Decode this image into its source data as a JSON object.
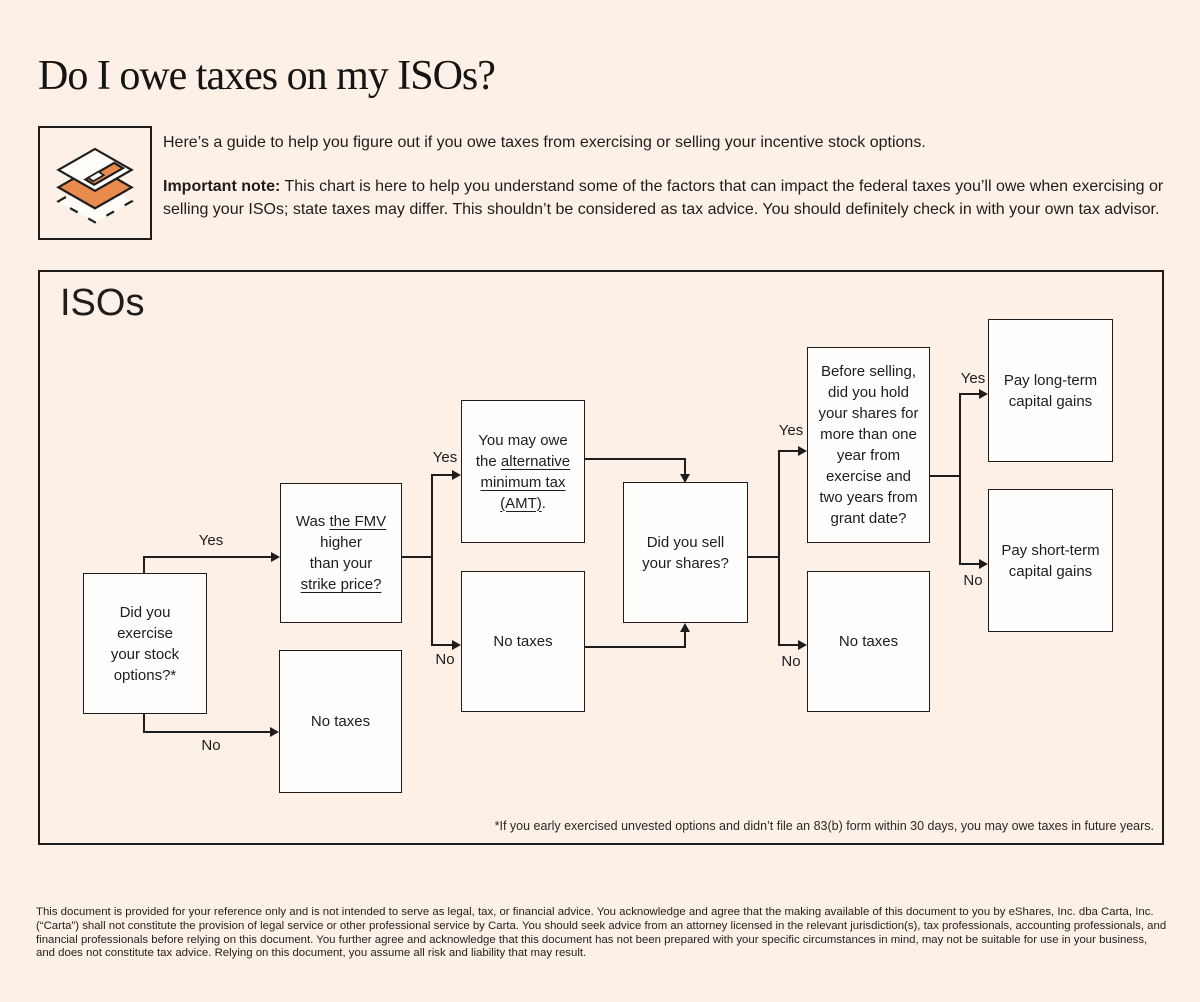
{
  "colors": {
    "background": "#fcf0e7",
    "box_fill": "#fffefc",
    "line": "#1f1d1b",
    "accent_orange": "#e98b4e"
  },
  "header": {
    "title": "Do I owe taxes on my ISOs?",
    "icon": "stacked-layers-icon",
    "intro": "Here’s a guide to help you figure out if you owe taxes from exercising or selling your incentive stock options.",
    "note_label": "Important note:",
    "note_text": "This chart is here to help you understand some of the factors that can impact the federal taxes you’ll owe when exercising or selling your ISOs; state taxes may differ. This shouldn’t be considered as tax advice. You should definitely check in with your own tax advisor."
  },
  "flowchart": {
    "heading": "ISOs",
    "footnote": "*If you early exercised unvested options and didn’t file an 83(b) form within 30 days, you may owe taxes in future years.",
    "nodes": [
      {
        "id": "exercise",
        "lines": [
          [
            {
              "t": "Did you"
            }
          ],
          [
            {
              "t": "exercise"
            }
          ],
          [
            {
              "t": "your stock"
            }
          ],
          [
            {
              "t": "options?*"
            }
          ]
        ]
      },
      {
        "id": "no-taxes-1",
        "lines": [
          [
            {
              "t": "No taxes"
            }
          ]
        ]
      },
      {
        "id": "fmv",
        "lines": [
          [
            {
              "t": "Was "
            },
            {
              "t": "the FMV",
              "u": true,
              "n": "fmv-link"
            }
          ],
          [
            {
              "t": "higher"
            }
          ],
          [
            {
              "t": "than your"
            }
          ],
          [
            {
              "t": "strike price?",
              "u": true,
              "n": "strike-price-link"
            }
          ]
        ]
      },
      {
        "id": "amt",
        "lines": [
          [
            {
              "t": "You may owe"
            }
          ],
          [
            {
              "t": "the "
            },
            {
              "t": "alternative",
              "u": true,
              "n": "amt-link"
            }
          ],
          [
            {
              "t": "minimum tax",
              "u": true,
              "n": "amt-link"
            }
          ],
          [
            {
              "t": "(AMT)",
              "u": true,
              "n": "amt-link"
            },
            {
              "t": "."
            }
          ]
        ]
      },
      {
        "id": "no-taxes-2",
        "lines": [
          [
            {
              "t": "No taxes"
            }
          ]
        ]
      },
      {
        "id": "sell",
        "lines": [
          [
            {
              "t": "Did you sell"
            }
          ],
          [
            {
              "t": "your shares?"
            }
          ]
        ]
      },
      {
        "id": "hold",
        "lines": [
          [
            {
              "t": "Before selling,"
            }
          ],
          [
            {
              "t": "did you hold"
            }
          ],
          [
            {
              "t": "your shares for"
            }
          ],
          [
            {
              "t": "more than one"
            }
          ],
          [
            {
              "t": "year from"
            }
          ],
          [
            {
              "t": "exercise and"
            }
          ],
          [
            {
              "t": "two years from"
            }
          ],
          [
            {
              "t": "grant date?"
            }
          ]
        ]
      },
      {
        "id": "no-taxes-3",
        "lines": [
          [
            {
              "t": "No taxes"
            }
          ]
        ]
      },
      {
        "id": "long-term",
        "lines": [
          [
            {
              "t": "Pay long-term"
            }
          ],
          [
            {
              "t": "capital gains"
            }
          ]
        ]
      },
      {
        "id": "short-term",
        "lines": [
          [
            {
              "t": "Pay short-term"
            }
          ],
          [
            {
              "t": "capital gains"
            }
          ]
        ]
      }
    ],
    "edge_labels": [
      {
        "id": "yes-1",
        "text": "Yes"
      },
      {
        "id": "no-1",
        "text": "No"
      },
      {
        "id": "yes-2",
        "text": "Yes"
      },
      {
        "id": "no-2",
        "text": "No"
      },
      {
        "id": "yes-3",
        "text": "Yes"
      },
      {
        "id": "no-3",
        "text": "No"
      },
      {
        "id": "yes-4",
        "text": "Yes"
      },
      {
        "id": "no-4",
        "text": "No"
      }
    ]
  },
  "footer": {
    "disclaimer": "This document is provided for your reference only and is not intended to serve as legal, tax, or financial advice. You acknowledge and agree that the making available of this document to you by eShares, Inc. dba Carta, Inc. (“Carta”) shall not constitute the provision of legal service or other professional service by Carta. You should seek advice from an attorney licensed in the relevant jurisdiction(s), tax professionals, accounting professionals, and financial professionals before relying on this document. You further agree and acknowledge that this document has not been prepared with your specific circumstances in mind, may not be suitable for use in your business, and does not constitute tax advice. Relying on this document, you assume all risk and liability that may result."
  }
}
